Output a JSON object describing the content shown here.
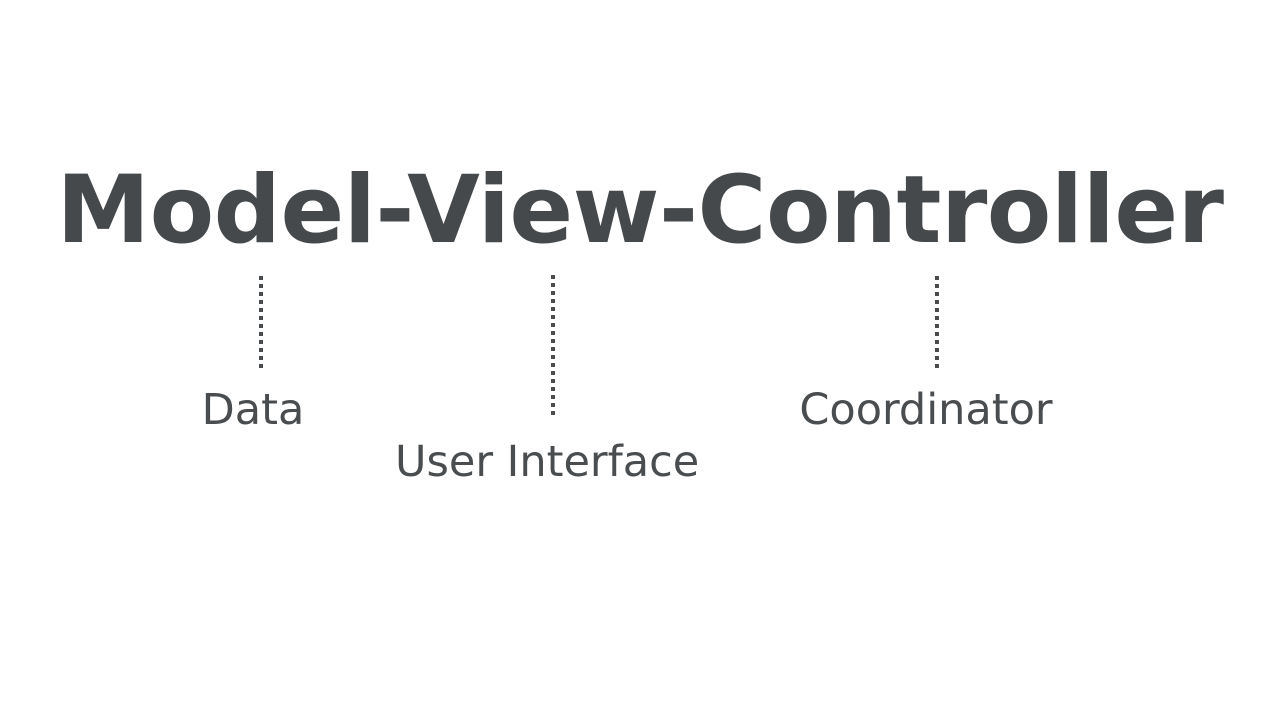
{
  "slide": {
    "background_color": "#ffffff",
    "title": {
      "text": "Model-View-Controller",
      "color": "#46494b"
    },
    "annotations": [
      {
        "key": "model",
        "term": "Model",
        "label": "Data",
        "color": "#4a4d4f",
        "connector": "dotted-vertical-line"
      },
      {
        "key": "view",
        "term": "View",
        "label": "User Interface",
        "color": "#4a4d4f",
        "connector": "dotted-vertical-line"
      },
      {
        "key": "controller",
        "term": "Controller",
        "label": "Coordinator",
        "color": "#4a4d4f",
        "connector": "dotted-vertical-line"
      }
    ]
  }
}
